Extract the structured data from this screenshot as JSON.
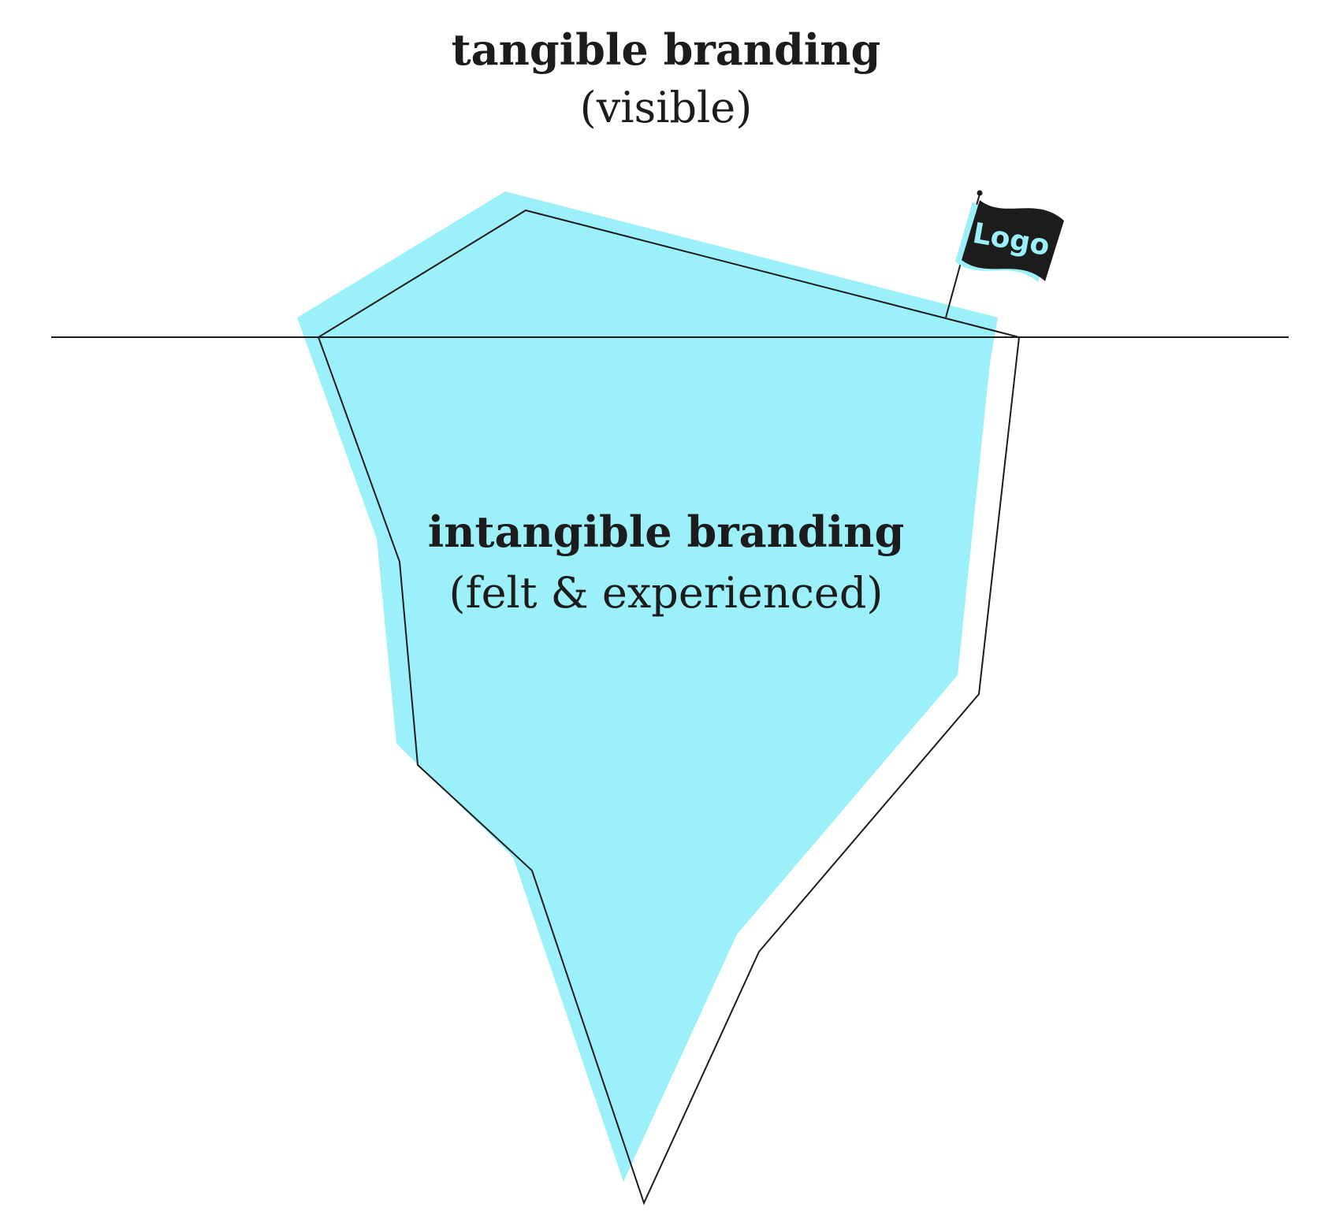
{
  "colors": {
    "ice": "#9cf0f9",
    "ink": "#1c1c1c",
    "background": "#ffffff"
  },
  "visible_section": {
    "title": "tangible branding",
    "subtitle": "(visible)"
  },
  "hidden_section": {
    "title": "intangible branding",
    "subtitle": "(felt & experienced)"
  },
  "flag": {
    "text": "Logo",
    "icon": "flag-icon"
  }
}
